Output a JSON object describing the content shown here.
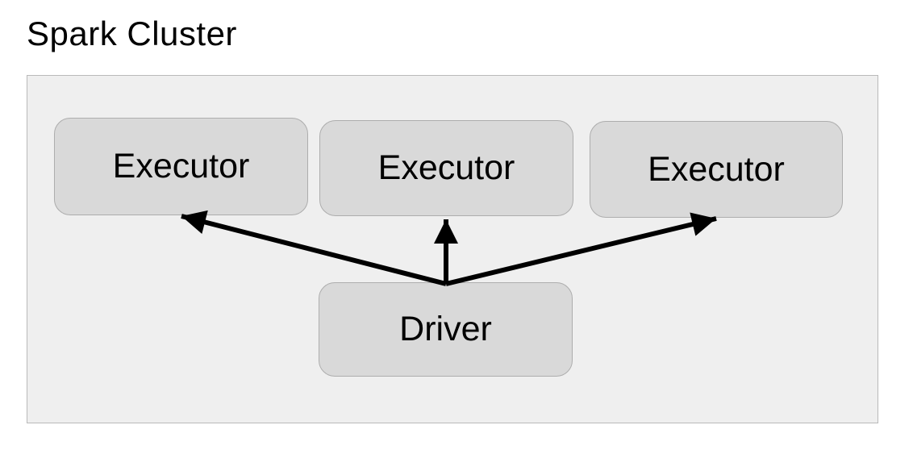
{
  "diagram": {
    "title": "Spark Cluster",
    "nodes": {
      "executor1": {
        "label": "Executor"
      },
      "executor2": {
        "label": "Executor"
      },
      "executor3": {
        "label": "Executor"
      },
      "driver": {
        "label": "Driver"
      }
    },
    "edges": [
      {
        "from": "driver",
        "to": "executor1"
      },
      {
        "from": "driver",
        "to": "executor2"
      },
      {
        "from": "driver",
        "to": "executor3"
      }
    ],
    "colors": {
      "background": "#ffffff",
      "container_fill": "#efefef",
      "container_border": "#b9b9b9",
      "node_fill": "#d9d9d9",
      "node_border": "#adadad",
      "arrow": "#000000",
      "text": "#000000"
    }
  }
}
